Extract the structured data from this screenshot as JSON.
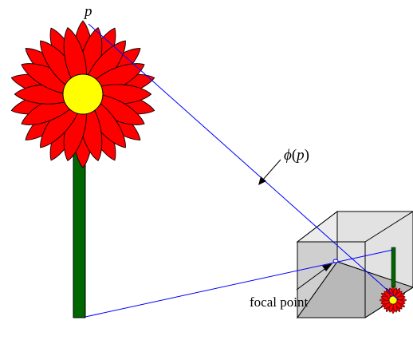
{
  "labels": {
    "point": "p",
    "projection_fn": "ϕ",
    "projection_open": "(",
    "projection_arg": "p",
    "projection_close": ")",
    "focal_point": "focal point"
  },
  "colors": {
    "petal": "#ff0000",
    "center": "#ffff00",
    "stem": "#006600",
    "ray": "#0000ff",
    "box_face_light": "#ececec",
    "box_face_mid": "#d6d6d6",
    "box_face_dark": "#bdbdbd",
    "outline": "#000000"
  }
}
